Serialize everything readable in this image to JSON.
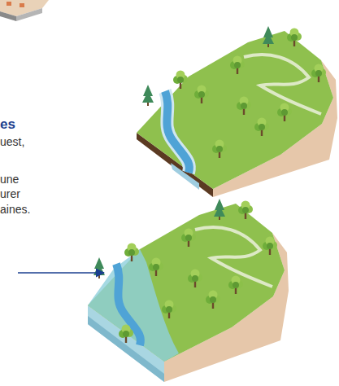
{
  "diagram": {
    "labels": [
      "es",
      "uest,",
      "une",
      "urer",
      "aines."
    ]
  }
}
